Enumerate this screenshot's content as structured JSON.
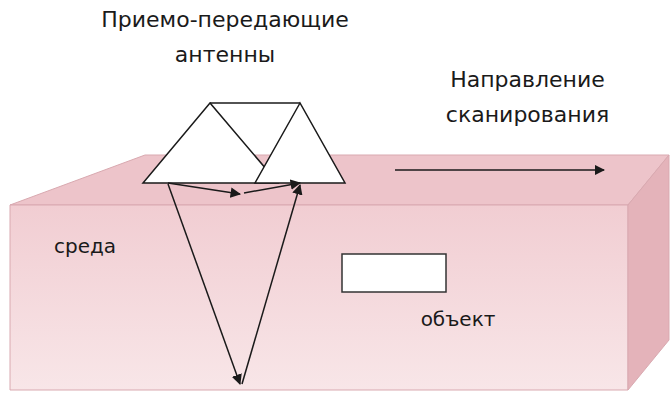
{
  "diagram": {
    "labels": [
      "Приемо-передающие антенны",
      "Направление сканирования",
      "среда",
      "объект"
    ]
  }
}
